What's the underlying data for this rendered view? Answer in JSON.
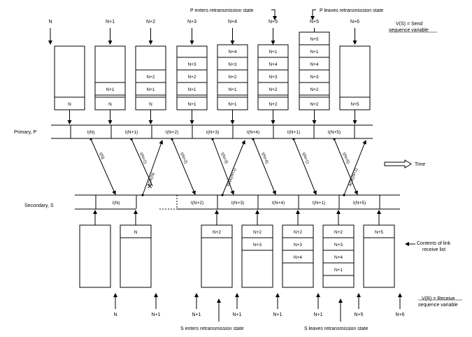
{
  "top": {
    "p_enters": "P enters retransmission state",
    "p_leaves": "P leaves retransmission state",
    "vs_line1": "V(S) = Send",
    "vs_line2": "sequence variable",
    "sequence_labels": [
      "N",
      "N+1",
      "N+2",
      "N+3",
      "N+4",
      "N+5",
      "N+5",
      "N+6"
    ],
    "send_lists": [
      [],
      [
        "N+1"
      ],
      [
        "N+2",
        "N+1"
      ],
      [
        "N+3",
        "N+2",
        "N+1"
      ],
      [
        "N+4",
        "N+3",
        "N+2",
        "N+1"
      ],
      [
        "N+1",
        "N+4",
        "N+3",
        "N+2"
      ],
      [
        "N+5",
        "N+1",
        "N+4",
        "N+3",
        "N+2"
      ],
      []
    ],
    "send_list_bottom": [
      "N",
      "N",
      "N",
      "N+1",
      "N+1",
      "N+2",
      "N+2",
      "N+5"
    ]
  },
  "primary": {
    "label": "Primary, P",
    "frames": [
      "I(N)",
      "I(N+1)",
      "I(N+2)",
      "I(N+3)",
      "I(N+4)",
      "I(N+1)",
      "I(N+5)"
    ]
  },
  "secondary": {
    "label": "Secondary, S",
    "frames": [
      "I(N)",
      "I(N+2)",
      "I(N+3)",
      "I(N+4)",
      "I(N+1)",
      "I(N+5)"
    ]
  },
  "transmissions": {
    "down": [
      "I(N)",
      "I(N+1)",
      "I(N+2)",
      "I(N+3)",
      "I(N+4)",
      "I(N+1)",
      "I(N+5)"
    ],
    "up": [
      "ACK(N)",
      "NAK(N+1)",
      "ACK(N+1)"
    ]
  },
  "time_label": "Time",
  "bottom": {
    "contents_line1": "Contents of link",
    "contents_line2": "receive list",
    "vr_line1": "V(R) = Receive",
    "vr_line2": "sequence variable",
    "s_enters": "S enters retransmission state",
    "s_leaves": "S leaves retransmission state",
    "sequence_labels": [
      "N",
      "N+1",
      "N+1",
      "N+1",
      "N+1",
      "N+1",
      "N+5",
      "N+6"
    ],
    "receive_lists": [
      [],
      [
        "N"
      ],
      [
        "N+2"
      ],
      [
        "N+2",
        "N+3"
      ],
      [
        "N+2",
        "N+3",
        "N+4"
      ],
      [
        "N+2",
        "N+3",
        "N+4",
        "N+1"
      ],
      [
        "N+5"
      ]
    ]
  }
}
